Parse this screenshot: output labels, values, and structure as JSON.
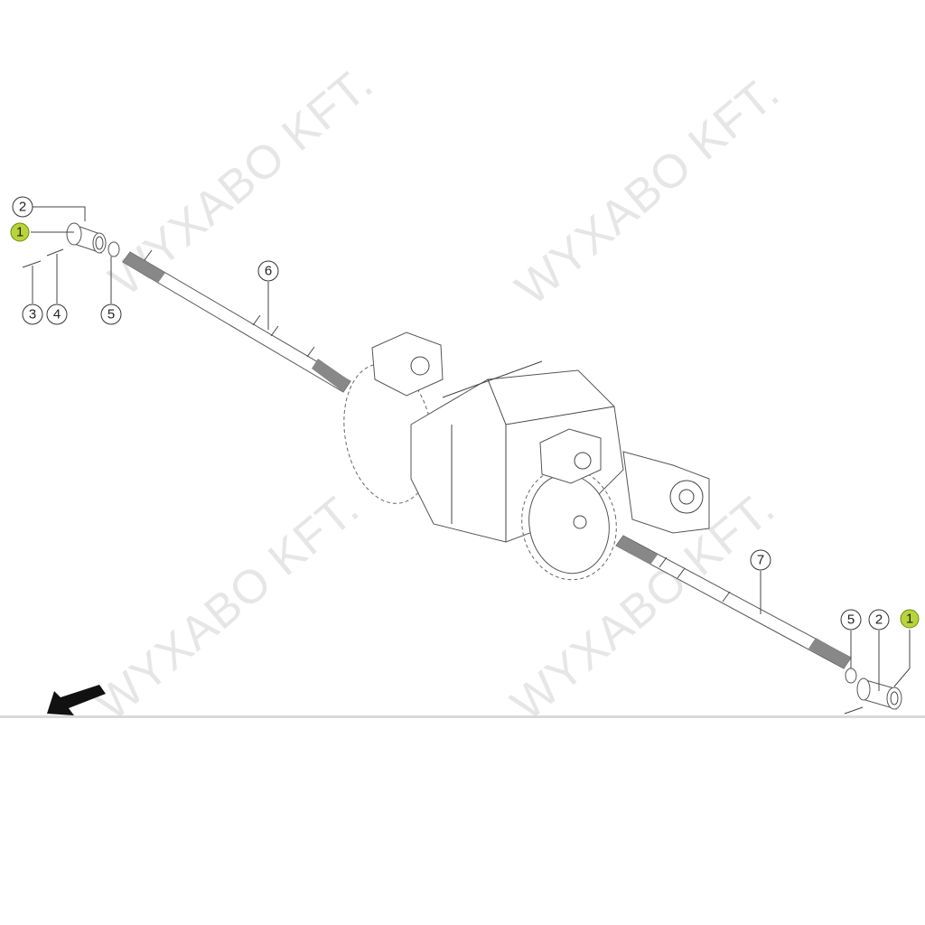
{
  "watermark": "WYXABO KFT.",
  "callouts": {
    "left_2": "2",
    "left_1": "1",
    "left_3": "3",
    "left_4": "4",
    "left_5": "5",
    "shaft_6": "6",
    "shaft_7": "7",
    "right_5": "5",
    "right_2": "2",
    "right_1": "1"
  },
  "colors": {
    "highlight": "#b8d43a",
    "separator": "#d9d9d9"
  }
}
